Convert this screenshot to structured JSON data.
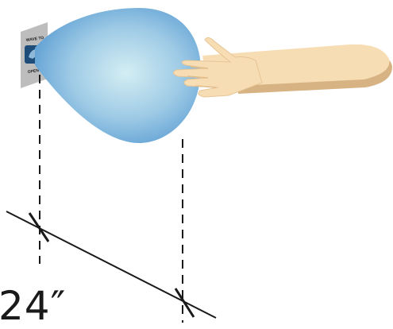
{
  "sensor": {
    "top_text": "WAVE TO",
    "bottom_text": "OPEN"
  },
  "dimension": {
    "label": "24″"
  },
  "colors": {
    "beam_center": "#d4eef3",
    "beam_edge": "#5e9fd3",
    "arm_skin": "#f7ddb4",
    "arm_shadow": "#d7b282",
    "plate": "#bdbdbd",
    "line": "#1a1a1a"
  }
}
